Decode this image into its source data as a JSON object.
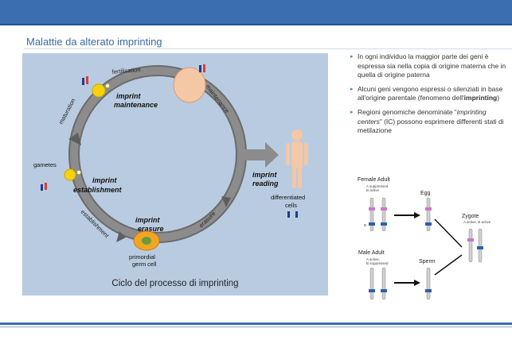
{
  "slide": {
    "title": "Malattie da alterato imprinting",
    "caption": "Ciclo del processo di imprinting"
  },
  "diagram": {
    "fertilisation": "fertilisation",
    "imprint_maintenance": [
      "imprint",
      "maintenance"
    ],
    "maintenance": "maintenance",
    "maturation": "maturation",
    "gametes": "gametes",
    "imprint_establishment": [
      "imprint",
      "establishment"
    ],
    "establishment": "establishment",
    "imprint_erasure": [
      "imprint",
      "erasure"
    ],
    "erasure": "erasure",
    "primordial": [
      "primordial",
      "germ cell"
    ],
    "imprint_reading": [
      "imprint",
      "reading"
    ],
    "differentiated": [
      "differentiated",
      "cells"
    ]
  },
  "bullets": [
    {
      "text": "In ogni individuo la maggior parte dei geni è espressa sia nella copia di origine materna che in quella di origine paterna"
    },
    {
      "pre": "Alcuni geni vengono espressi o silenziati in base all'origine parentale (fenomeno dell'",
      "bold": "imprinting",
      "post": ")"
    },
    {
      "pre": "Regioni genomiche denominate “",
      "italic": "imprinting centers",
      "post": "” (IC) possono esprimere differenti stati di metilazione"
    }
  ],
  "genetics": {
    "female": "Female Adult",
    "female_sub1": "A suppressed",
    "female_sub2": "B active",
    "male": "Male Adult",
    "male_sub1": "A active,",
    "male_sub2": "B suppressed",
    "egg": "Egg",
    "sperm": "Sperm",
    "zygote": "Zygote",
    "zygote_sub": "A active, B active",
    "a": "A",
    "b": "B"
  },
  "colors": {
    "header": "#3b6db1",
    "diagram_bg": "#b9cbe0",
    "title": "#3a6aa5",
    "bullet_arrow": "#3a7fc1"
  }
}
